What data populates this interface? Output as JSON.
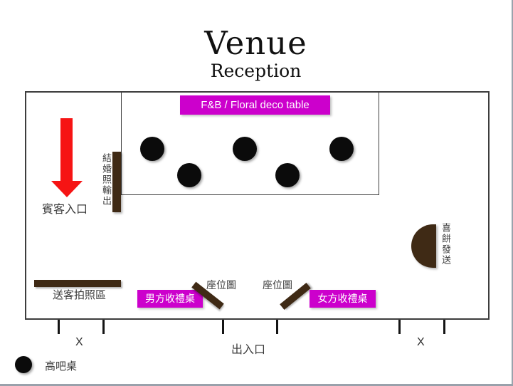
{
  "title": {
    "main": "Venue",
    "sub": "Reception"
  },
  "fnb_table": {
    "label": "F&B / Floral deco table"
  },
  "guest_entrance": {
    "label": "賓客入口"
  },
  "wedding_photo_output": {
    "label": "結婚照輸出"
  },
  "cookie_handout": {
    "label": "喜餅發送"
  },
  "sendoff_photo_area": {
    "label": "送客拍照區"
  },
  "gift_tables": {
    "groom": "男方收禮桌",
    "bride": "女方收禮桌"
  },
  "seating_chart": {
    "left": "座位圖",
    "right": "座位圖"
  },
  "bottom_wall": {
    "exit_label": "出入口",
    "x_left": "X",
    "x_right": "X"
  },
  "legend": {
    "high_bar_table": "高吧桌"
  },
  "colors": {
    "accent_magenta": "#CC00CC",
    "table_brown": "#3F2A15",
    "arrow_red": "#F61414",
    "outline": "#3D3D3D",
    "slide_edge_grey": "#99A1AB"
  }
}
